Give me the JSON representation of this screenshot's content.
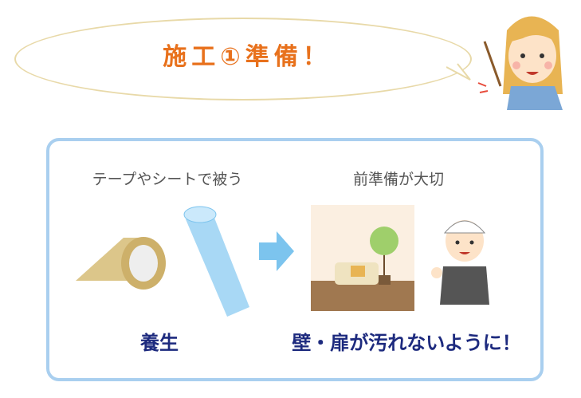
{
  "header": {
    "title": "施工①準備！"
  },
  "left": {
    "label": "テープやシートで被う",
    "caption": "養生"
  },
  "right": {
    "label": "前準備が大切",
    "caption": "壁・扉が汚れないように！"
  },
  "colors": {
    "title": "#e8711c",
    "caption": "#1d2a7e",
    "border": "#a9cfef",
    "arrow": "#7cc4ee"
  }
}
